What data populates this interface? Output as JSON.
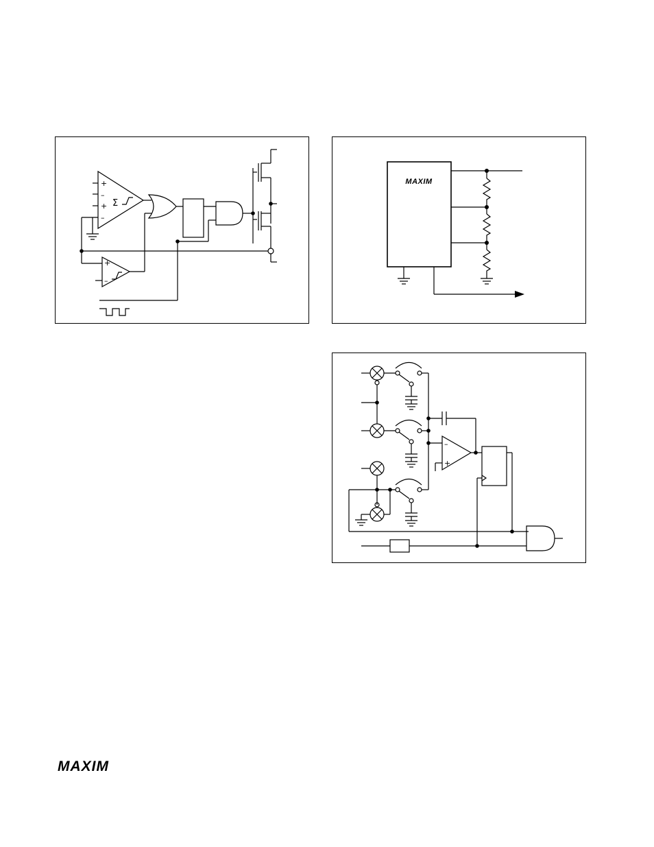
{
  "figures": [
    {
      "id": "fig1",
      "description_name": "pwm-comparator-driver-circuit"
    },
    {
      "id": "fig2",
      "description_name": "ic-resistor-divider-circuit",
      "chip_logo": "MAXIM"
    },
    {
      "id": "fig3",
      "description_name": "multiplexed-sampling-integrator-circuit"
    }
  ],
  "symbols": {
    "plus": "+",
    "minus": "–",
    "sigma": "Σ"
  },
  "footer": {
    "logo": "MAXIM"
  }
}
